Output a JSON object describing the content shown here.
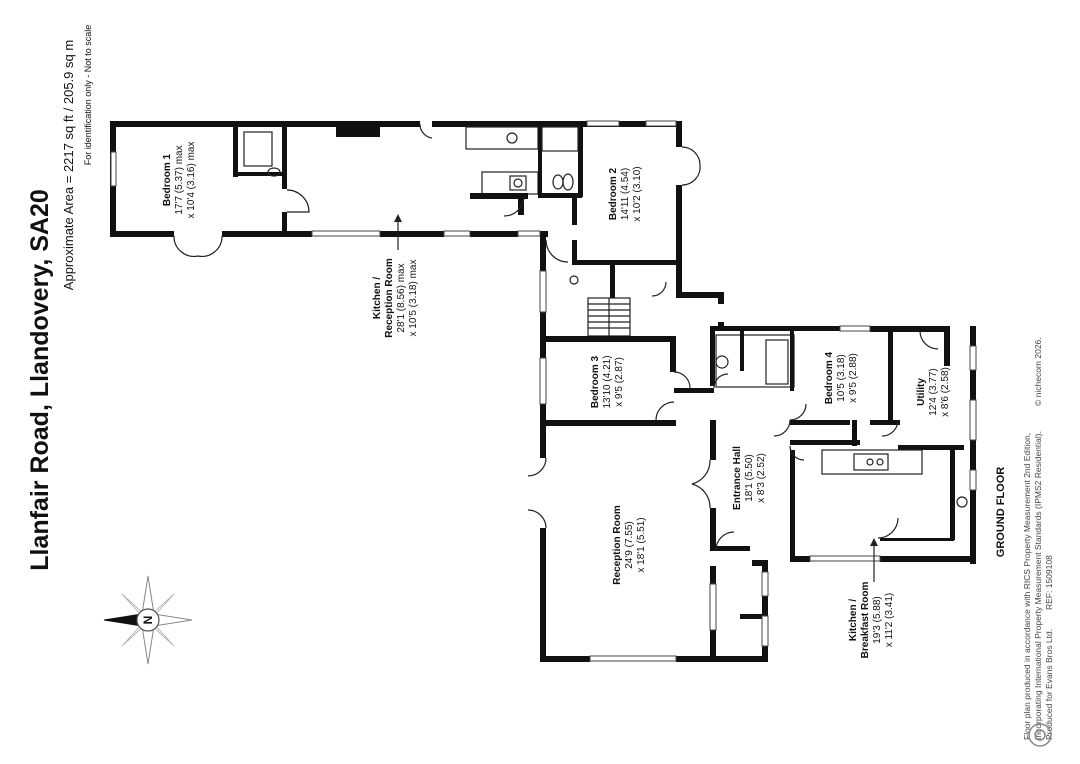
{
  "header": {
    "title": "Llanfair Road, Llandovery, SA20",
    "area": "Approximate Area = 2217 sq ft / 205.9 sq m",
    "note": "For identification only - Not to scale"
  },
  "floor_label": "GROUND FLOOR",
  "rooms": [
    {
      "id": "bedroom1",
      "name": "Bedroom 1",
      "dim1": "17'7 (5.37) max",
      "dim2": "x 10'4 (3.16) max"
    },
    {
      "id": "kitchen_reception",
      "name": "Kitchen /",
      "name2": "Reception Room",
      "dim1": "28'1 (8.56) max",
      "dim2": "x 10'5 (3.18) max"
    },
    {
      "id": "bedroom2",
      "name": "Bedroom 2",
      "dim1": "14'11 (4.54)",
      "dim2": "x 10'2 (3.10)"
    },
    {
      "id": "bedroom3",
      "name": "Bedroom 3",
      "dim1": "13'10 (4.21)",
      "dim2": "x 9'5 (2.87)"
    },
    {
      "id": "bedroom4",
      "name": "Bedroom 4",
      "dim1": "10'5 (3.18)",
      "dim2": "x 9'5 (2.88)"
    },
    {
      "id": "utility",
      "name": "Utility",
      "dim1": "12'4 (3.77)",
      "dim2": "x 8'6 (2.58)"
    },
    {
      "id": "entrance_hall",
      "name": "Entrance Hall",
      "dim1": "18'1 (5.50)",
      "dim2": "x 8'3 (2.52)"
    },
    {
      "id": "reception",
      "name": "Reception Room",
      "dim1": "24'9 (7.55)",
      "dim2": "x 18'1 (5.51)"
    },
    {
      "id": "kitchen_breakfast",
      "name": "Kitchen /",
      "name2": "Breakfast Room",
      "dim1": "19'3 (5.88)",
      "dim2": "x 11'2 (3.41)"
    }
  ],
  "compass_label": "N",
  "footer": {
    "line1": "Floor plan produced in accordance with RICS Property Measurement 2nd Edition,",
    "line2": "Incorporating International Property Measurement Standards (IPMS2 Residential).",
    "copyright": "© nichecom 2026.",
    "line3": "Produced for Evans Bros Ltd.",
    "ref": "REF: 1509108"
  }
}
